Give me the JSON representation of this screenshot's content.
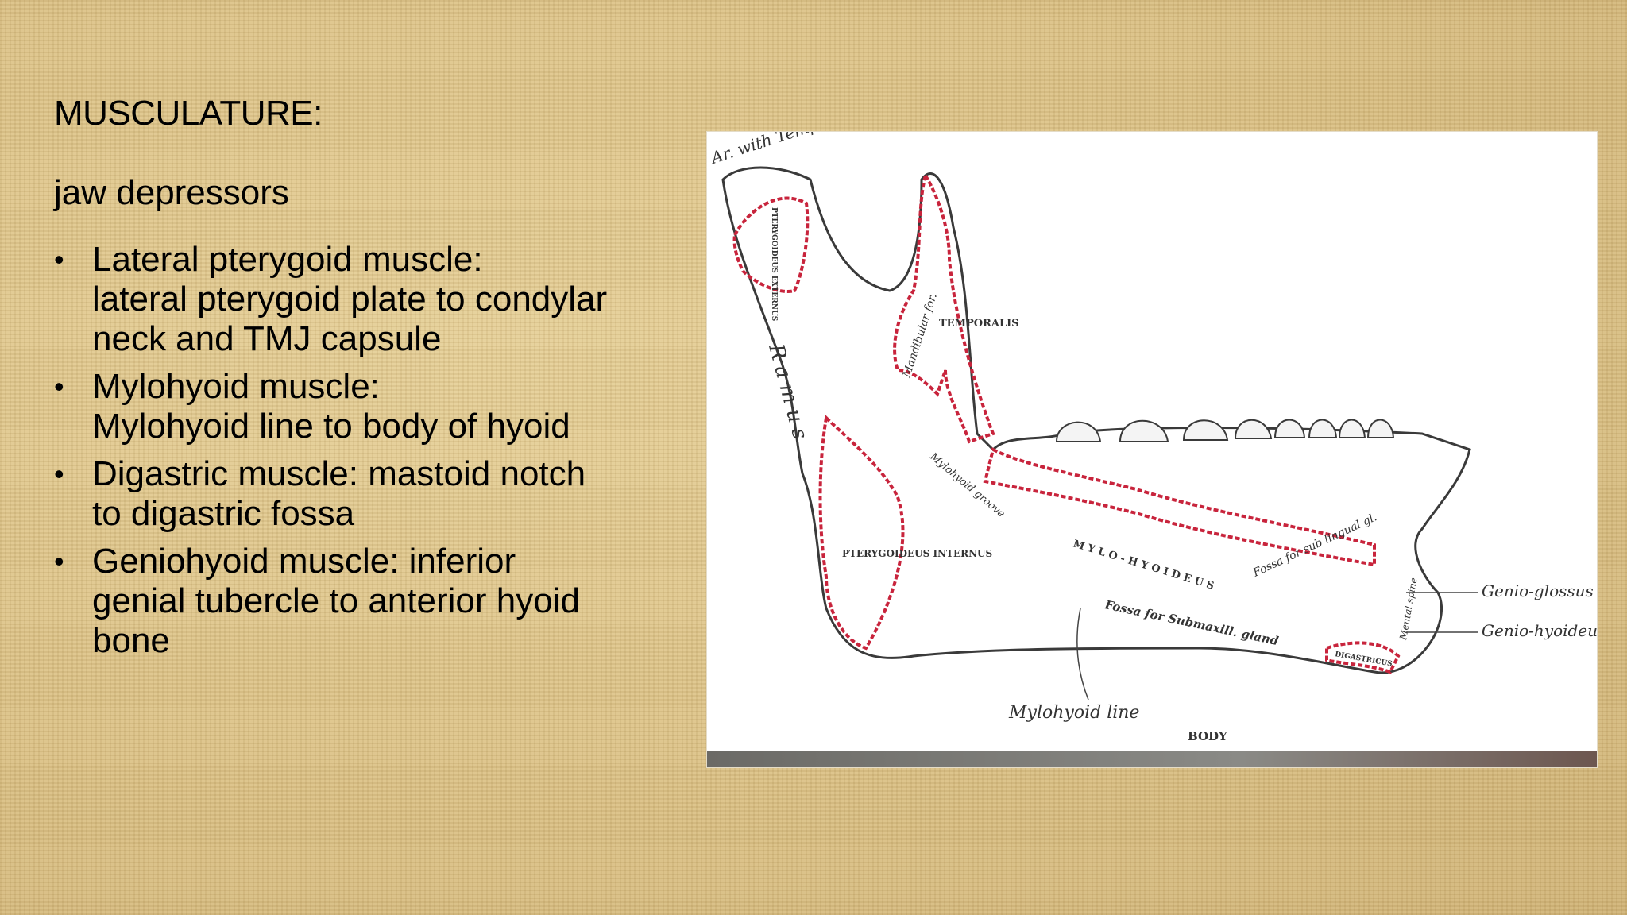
{
  "slide": {
    "heading": "MUSCULATURE:",
    "subheading": "jaw depressors",
    "bullets": [
      {
        "name": "Lateral pterygoid muscle:",
        "detail": "lateral pterygoid plate to condylar neck and TMJ capsule"
      },
      {
        "name": "Mylohyoid muscle:",
        "detail": "Mylohyoid line to body of  hyoid"
      },
      {
        "name": "Digastric muscle: mastoid  notch",
        "detail": "to digastric fossa"
      },
      {
        "name": "Geniohyoid muscle: inferior",
        "detail": "genial tubercle to anterior  hyoid bone"
      }
    ],
    "bullet_symbol": "•"
  },
  "figure": {
    "labels": {
      "temporal": "Ar. with Temporal",
      "pterygoideus_externus": "PTERYGOIDEUS EXTERNUS",
      "temporalis": "TEMPORALIS",
      "ramus": "R a m u s",
      "mandibular_foramen": "Mandibular for.",
      "mylohyoid_groove": "Mylohyoid groove",
      "pterygoideus_internus": "PTERYGOIDEUS INTERNUS",
      "mylo_hyoideus": "M Y L O - H Y O I D E U S",
      "fossa_sublingual": "Fossa for sub lingual gl.",
      "fossa_submaxill": "Fossa for Submaxill. gland",
      "genioglossus": "Genio-glossus",
      "geniohyoideus": "Genio-hyoideus",
      "digastricus": "DIGASTRICUS",
      "mental_spine": "Mental spine",
      "mylohyoid_line": "Mylohyoid line",
      "body": "BODY"
    },
    "outline_color": "#c8243c",
    "bone_color": "#3a3a3a"
  }
}
